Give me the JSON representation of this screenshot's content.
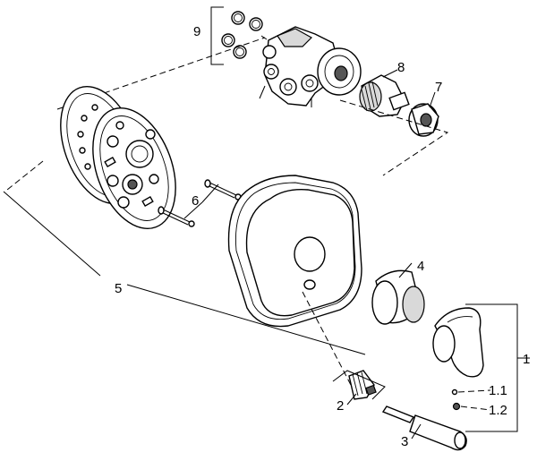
{
  "callouts": {
    "part_1": "1",
    "part_1_1": "1.1",
    "part_1_2": "1.2",
    "part_2": "2",
    "part_3": "3",
    "part_4": "4",
    "part_5": "5",
    "part_6": "6",
    "part_7": "7",
    "part_8": "8",
    "part_9": "9"
  }
}
